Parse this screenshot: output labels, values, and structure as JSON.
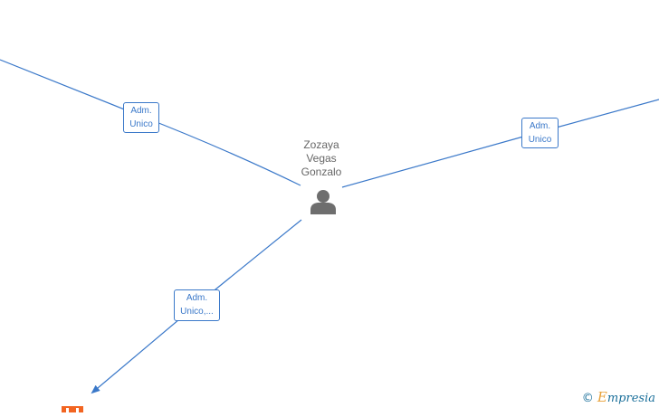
{
  "person": {
    "name_lines": [
      "Zozaya",
      "Vegas",
      "Gonzalo"
    ]
  },
  "roles": [
    {
      "lines": [
        "Adm.",
        "Unico"
      ]
    },
    {
      "lines": [
        "Adm.",
        "Unico"
      ]
    },
    {
      "lines": [
        "Adm.",
        "Unico,..."
      ]
    }
  ],
  "footer": {
    "copyright_symbol": "©",
    "brand_initial": "E",
    "brand_rest": "mpresia"
  },
  "colors": {
    "edge": "#3a78c9",
    "person_icon": "#6e6e6e",
    "company_icon": "#f26522",
    "brand_initial": "#e8a23a",
    "brand_text": "#1a6f9a"
  }
}
